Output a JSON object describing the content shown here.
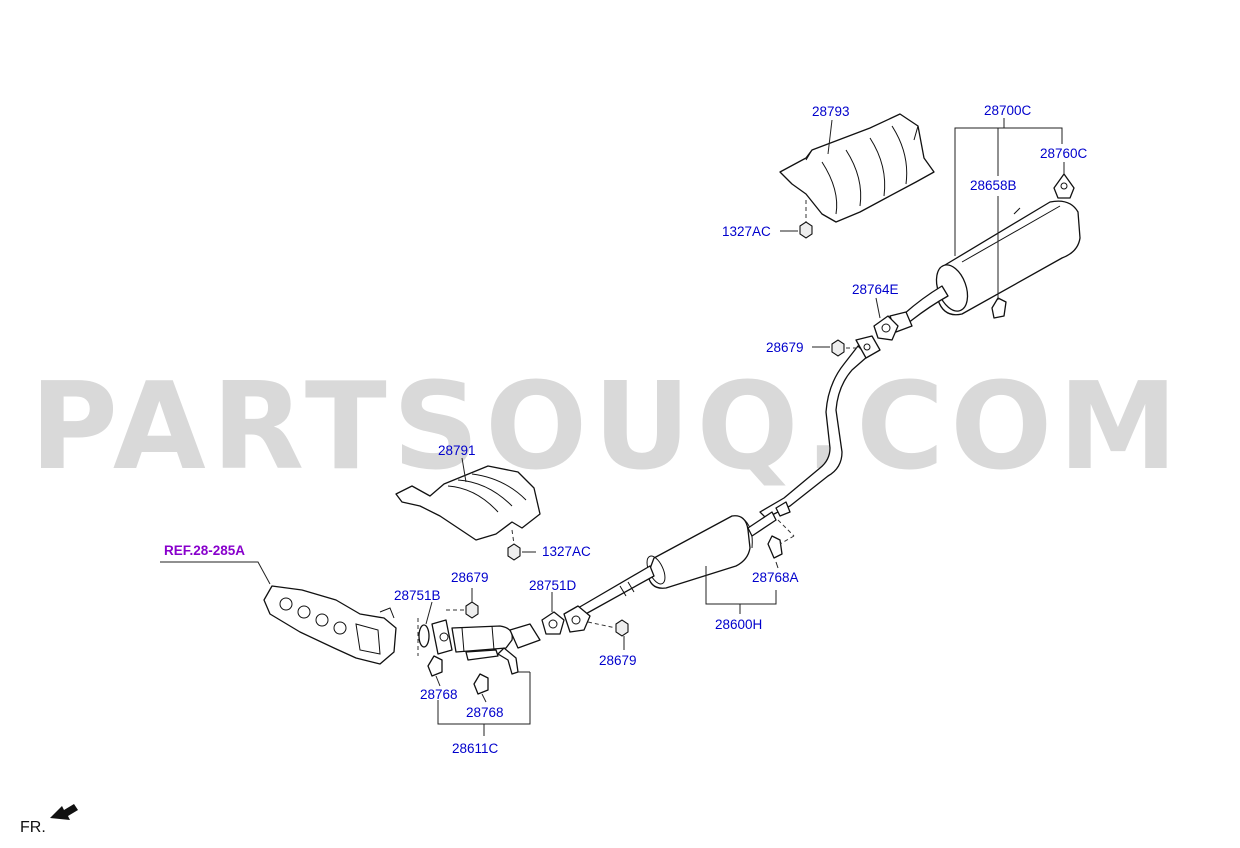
{
  "watermark": "PARTSOUQ.COM",
  "colors": {
    "label": "#0000cc",
    "reference": "#8800cc",
    "line": "#111111",
    "watermark": "#d9d9d9"
  },
  "direction": {
    "label": "FR.",
    "icon": "arrow-icon"
  },
  "reference": "REF.28-285A",
  "labels": {
    "p28793": "28793",
    "p1327ac_top": "1327AC",
    "p28700c": "28700C",
    "p28760c": "28760C",
    "p28658b": "28658B",
    "p28764e": "28764E",
    "p28679_top": "28679",
    "p28791": "28791",
    "p1327ac_mid": "1327AC",
    "p28679_left": "28679",
    "p28751b": "28751B",
    "p28751d": "28751D",
    "p28768a": "28768A",
    "p28600h": "28600H",
    "p28679_bottom": "28679",
    "p28768_left": "28768",
    "p28768_right": "28768",
    "p28611c": "28611C"
  }
}
